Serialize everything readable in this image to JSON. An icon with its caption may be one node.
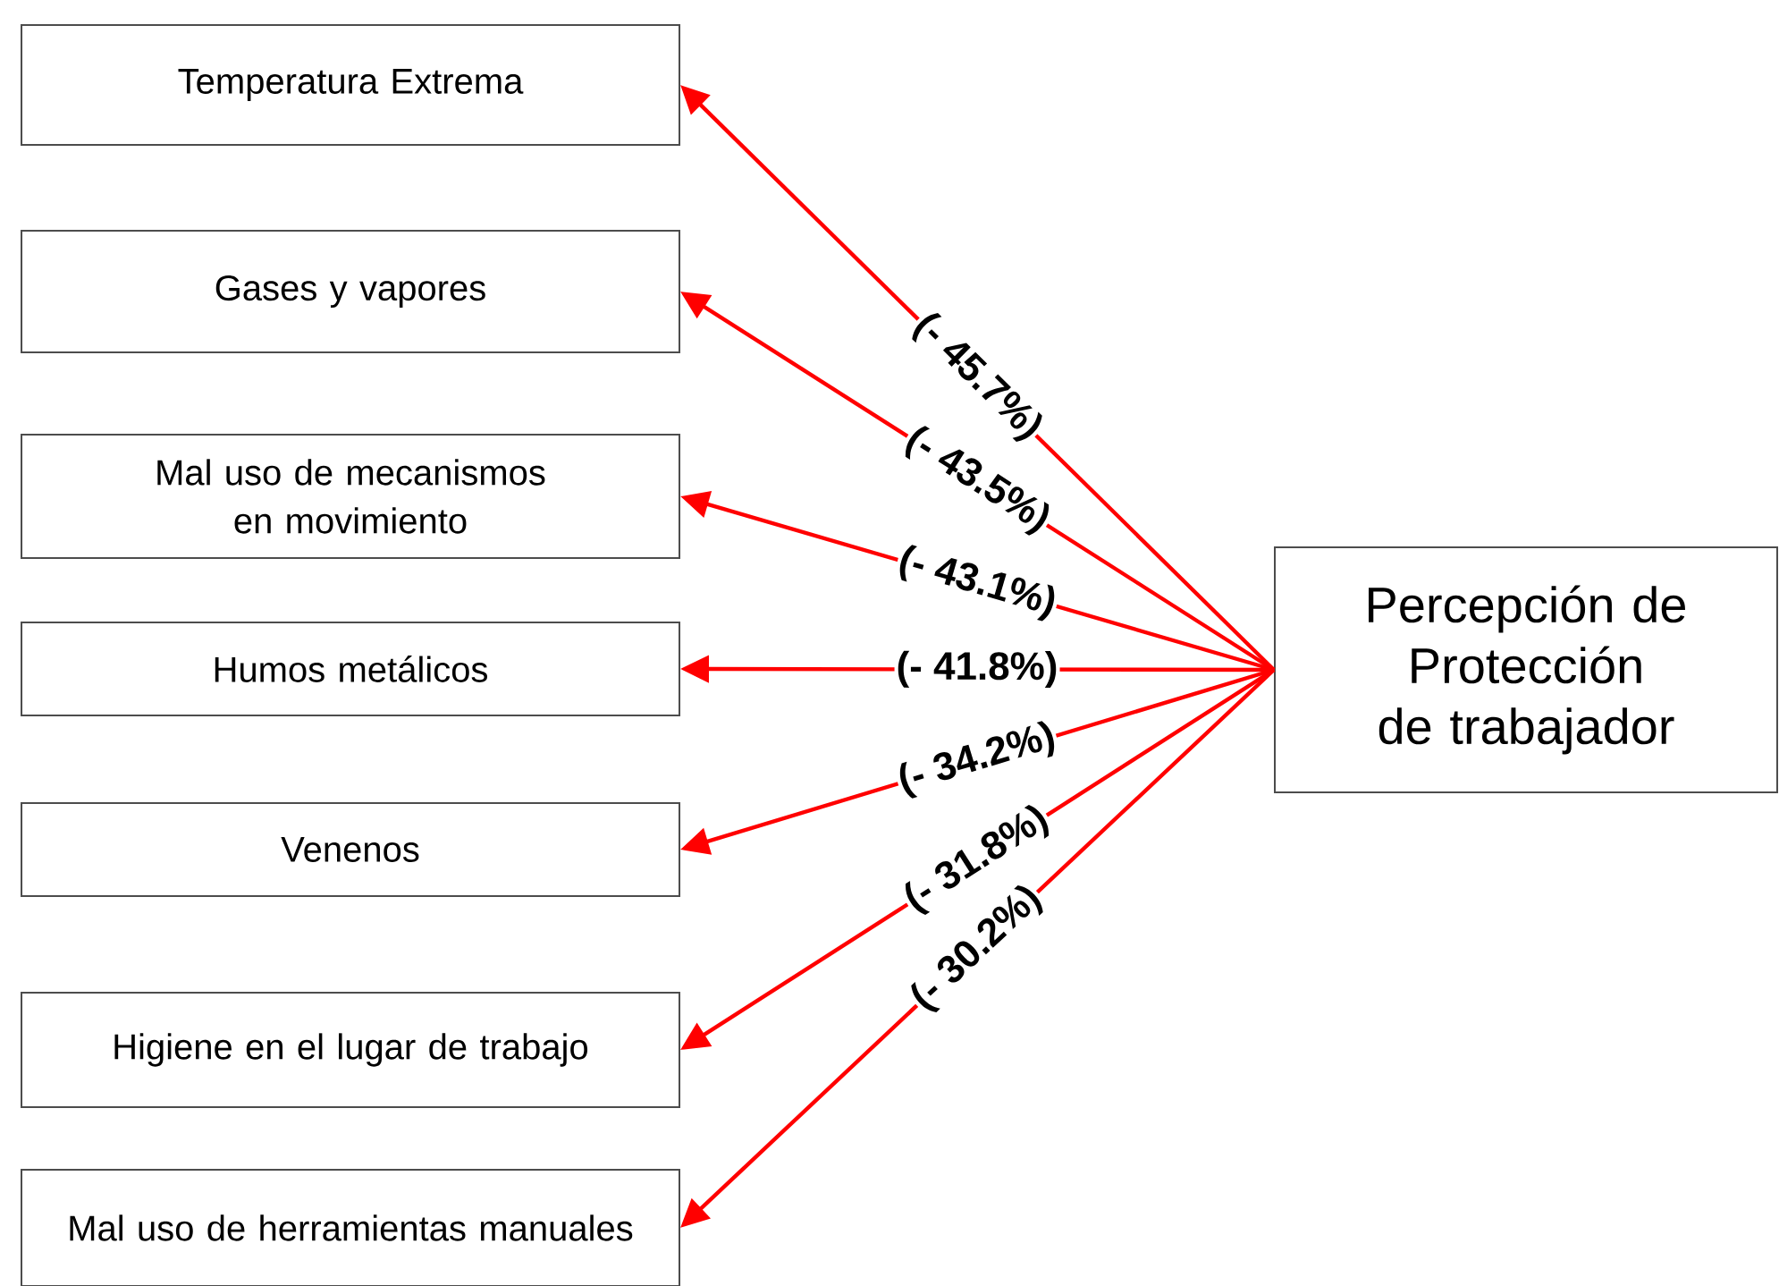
{
  "diagram": {
    "nodes": [
      {
        "text": [
          "Temperatura Extrema"
        ]
      },
      {
        "text": [
          "Gases y vapores"
        ]
      },
      {
        "text": [
          "Mal uso de mecanismos en movimiento"
        ]
      },
      {
        "text": [
          "Humos metálicos"
        ]
      },
      {
        "text": [
          "Venenos"
        ]
      },
      {
        "text": [
          "Higiene en el lugar de trabajo"
        ]
      },
      {
        "text": [
          "Mal uso de herramientas manuales"
        ]
      },
      {
        "text": [
          "Percepción de Protección de trabajador"
        ]
      }
    ],
    "edges": [
      {
        "from": 7,
        "to": 0,
        "arrow": "to",
        "label": "(- 45.7%)"
      },
      {
        "from": 7,
        "to": 1,
        "arrow": "to",
        "label": "(- 43.5%)"
      },
      {
        "from": 7,
        "to": 2,
        "arrow": "to",
        "label": "(- 43.1%)"
      },
      {
        "from": 7,
        "to": 3,
        "arrow": "to",
        "label": "(- 41.8%)"
      },
      {
        "from": 7,
        "to": 4,
        "arrow": "to",
        "label": "(- 34.2%)"
      },
      {
        "from": 7,
        "to": 5,
        "arrow": "to",
        "label": "(- 31.8%)"
      },
      {
        "from": 7,
        "to": 6,
        "arrow": "to",
        "label": "(- 30.2%)"
      }
    ]
  }
}
